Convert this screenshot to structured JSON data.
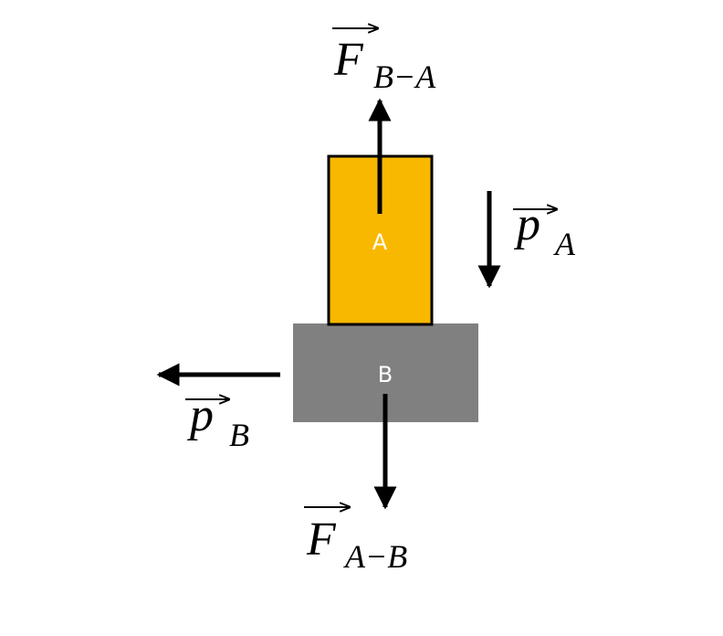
{
  "blocks": {
    "a": {
      "label": "A",
      "color": "#f9b800"
    },
    "b": {
      "label": "B",
      "color": "#808080"
    }
  },
  "vectors": {
    "force_b_on_a": {
      "symbol": "F",
      "subscript": "B−A"
    },
    "force_a_on_b": {
      "symbol": "F",
      "subscript": "A−B"
    },
    "momentum_a": {
      "symbol": "p",
      "subscript": "A"
    },
    "momentum_b": {
      "symbol": "p",
      "subscript": "B"
    }
  },
  "colors": {
    "arrow": "#000000",
    "block_a_border": "#000000"
  }
}
